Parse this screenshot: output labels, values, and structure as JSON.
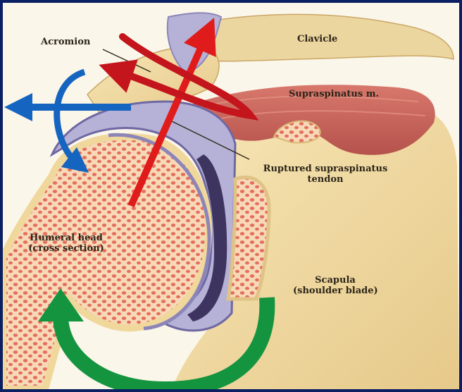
{
  "labels": {
    "acromion": "Acromion",
    "clavicle": "Clavicle",
    "supraspinatus": "Supraspinatus m.",
    "ruptured_line1": "Ruptured supraspinatus",
    "ruptured_line2": "tendon",
    "humeral_line1": "Humeral head",
    "humeral_line2": "(cross section)",
    "scapula_line1": "Scapula",
    "scapula_line2": "(shoulder blade)"
  },
  "colors": {
    "frame_border": "#0b1f63",
    "bone": "#f2dda3",
    "cancellous": "#e9806c",
    "muscle": "#c9655a",
    "cartilage": "#8c86b8",
    "arrow_red": "#e01b1b",
    "arrow_darkred": "#c4141c",
    "arrow_blue": "#1565c0",
    "arrow_green": "#15943f"
  }
}
